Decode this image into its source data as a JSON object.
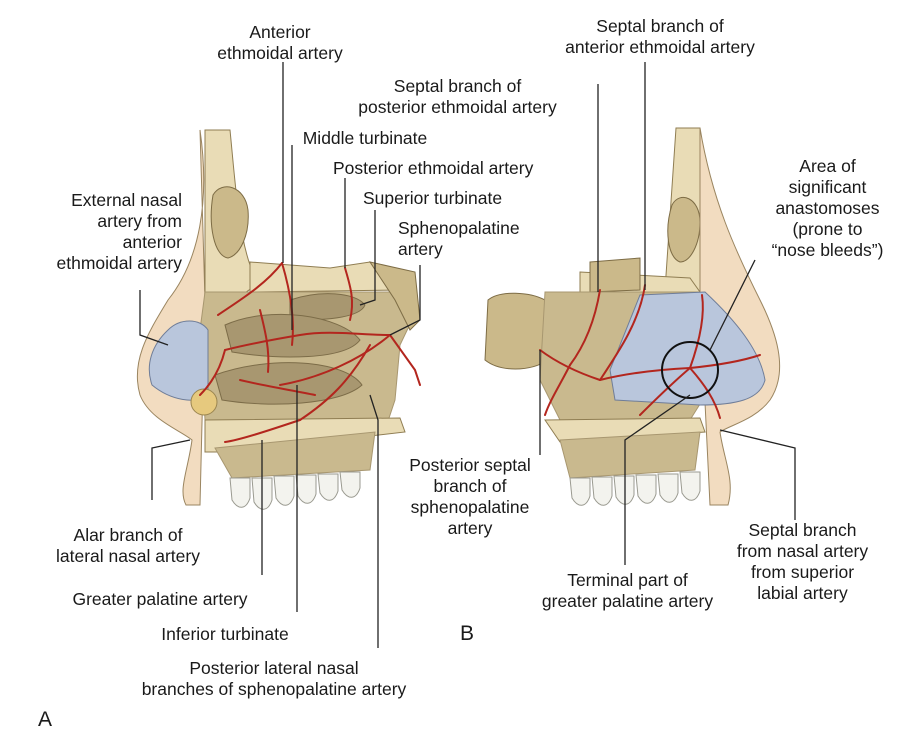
{
  "panels": {
    "a": "A",
    "b": "B"
  },
  "labels_a": {
    "anterior_ethmoidal_artery": "Anterior\nethmoidal artery",
    "middle_turbinate": "Middle turbinate",
    "posterior_ethmoidal_artery": "Posterior ethmoidal artery",
    "superior_turbinate": "Superior turbinate",
    "sphenopalatine_artery": "Sphenopalatine\nartery",
    "external_nasal_artery": "External nasal\nartery from\nanterior\nethmoidal artery",
    "alar_branch": "Alar branch of\nlateral nasal artery",
    "greater_palatine_artery": "Greater palatine artery",
    "inferior_turbinate": "Inferior turbinate",
    "posterior_lateral_nasal_branches": "Posterior lateral nasal\nbranches of sphenopalatine artery"
  },
  "labels_b": {
    "septal_branch_anterior_ethmoidal": "Septal branch of\nanterior ethmoidal artery",
    "septal_branch_posterior_ethmoidal": "Septal branch of\nposterior ethmoidal artery",
    "area_of_anastomoses": "Area of\nsignificant\nanastomoses\n(prone to\n“nose bleeds”)",
    "posterior_septal_branch": "Posterior septal\nbranch of\nsphenopalatine\nartery",
    "terminal_greater_palatine": "Terminal part of\ngreater palatine artery",
    "septal_branch_nasal_artery": "Septal branch\nfrom nasal artery\nfrom superior\nlabial artery"
  },
  "colors": {
    "bone": "#e9dcb6",
    "bone_dark": "#cbb98a",
    "mucosa": "#c9b98e",
    "mucosa_shadow": "#a89770",
    "cartilage": "#b9c6dc",
    "skin": "#f2dcc0",
    "artery": "#b3261e",
    "teeth": "#f3f3ee",
    "leader": "#222222"
  }
}
